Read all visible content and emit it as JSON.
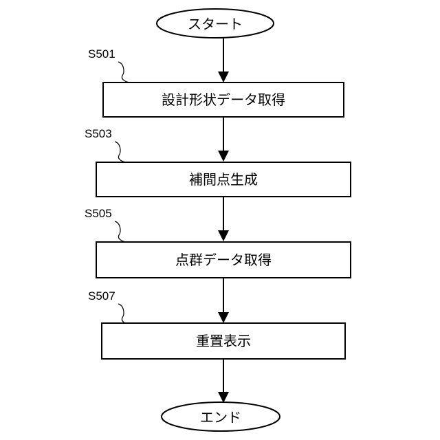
{
  "flowchart": {
    "start": {
      "label": "スタート"
    },
    "end": {
      "label": "エンド"
    },
    "steps": [
      {
        "id": "S501",
        "label": "設計形状データ取得"
      },
      {
        "id": "S503",
        "label": "補間点生成"
      },
      {
        "id": "S505",
        "label": "点群データ取得"
      },
      {
        "id": "S507",
        "label": "重置表示"
      }
    ]
  },
  "colors": {
    "stroke": "#000000",
    "background": "#ffffff"
  }
}
